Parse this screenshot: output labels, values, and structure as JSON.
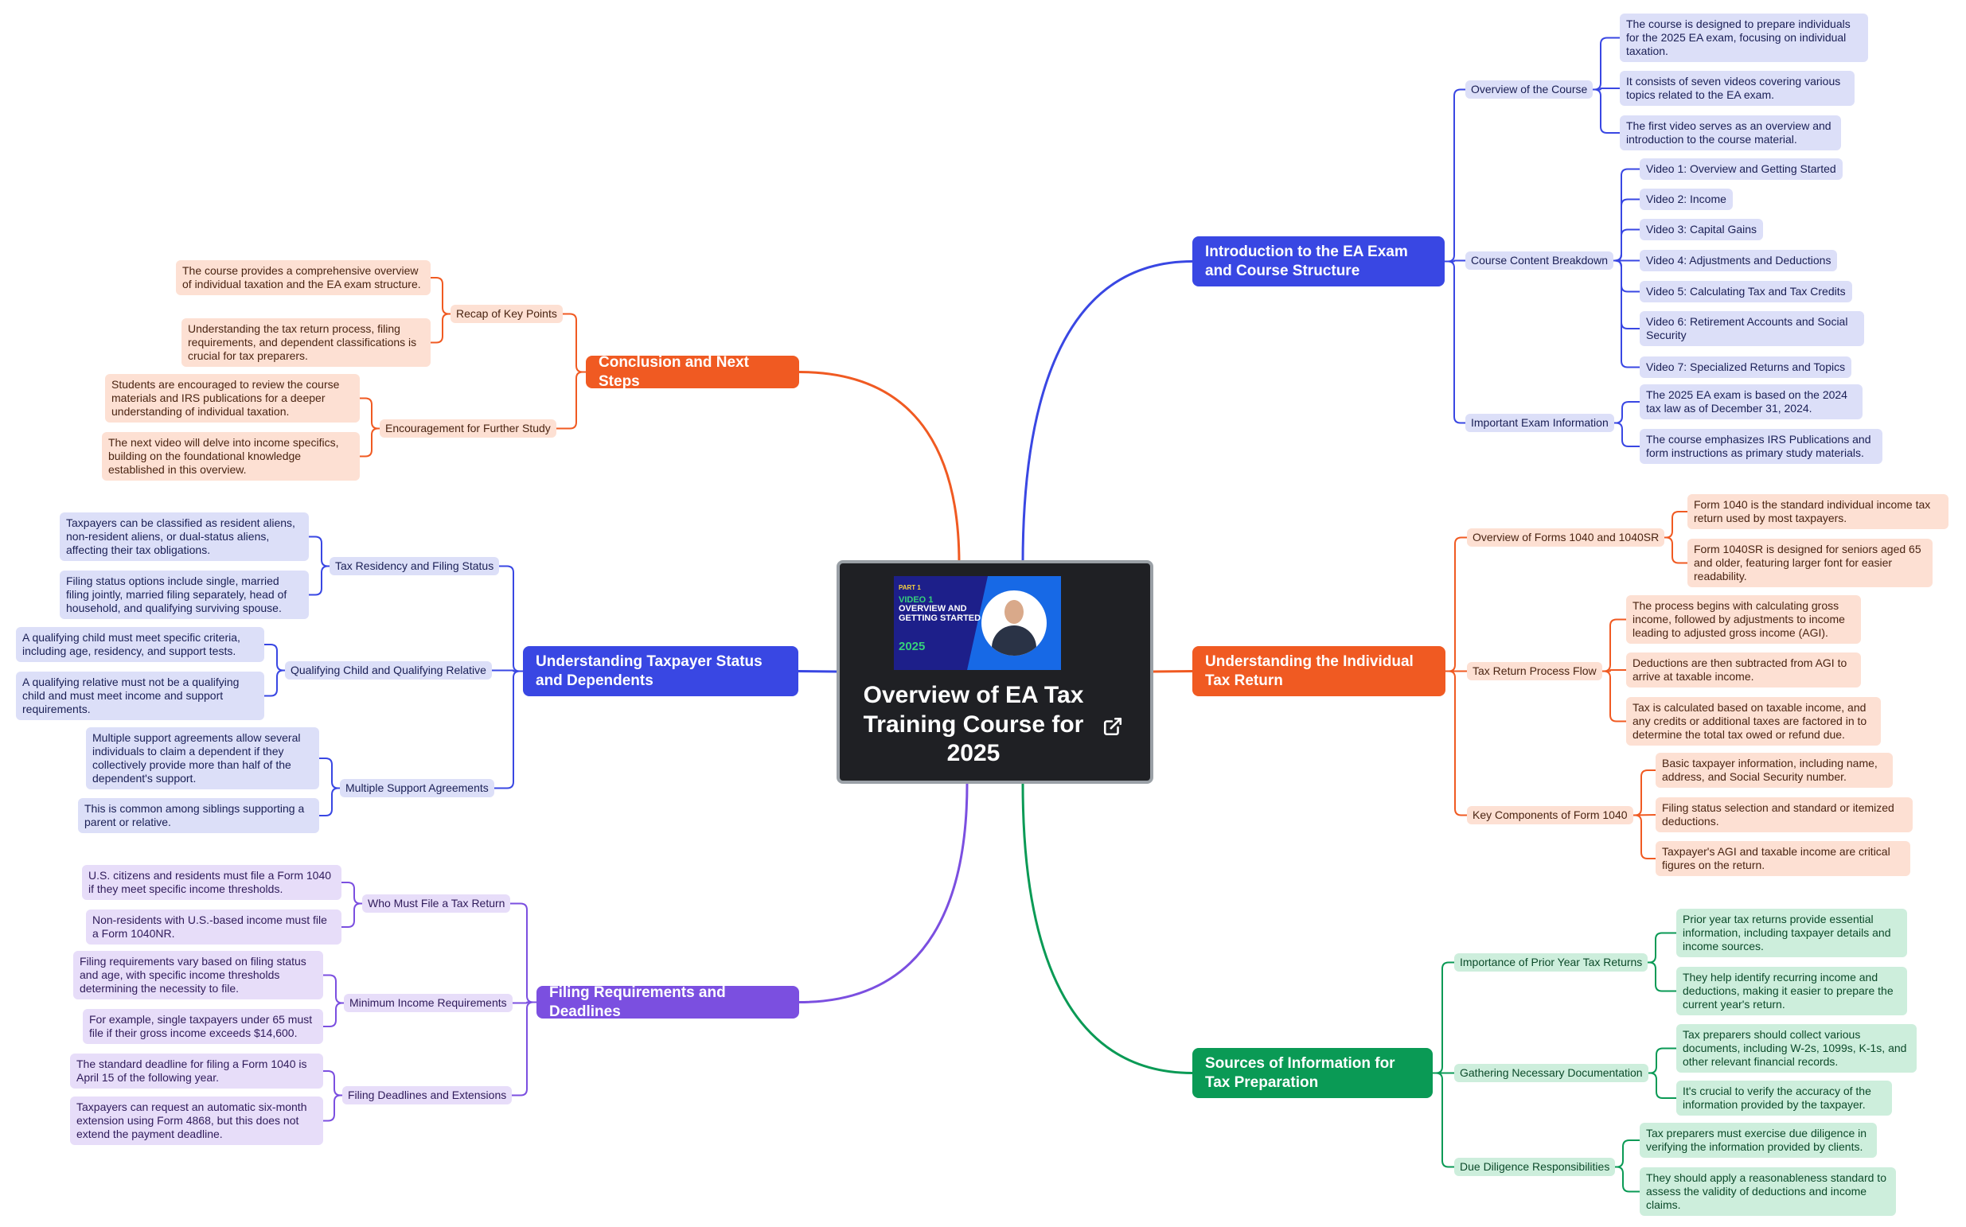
{
  "center": {
    "title": "Overview of EA Tax Training Course for 2025",
    "thumbnail": {
      "part": "PART 1",
      "video": "VIDEO 1",
      "heading": "OVERVIEW AND GETTING STARTED",
      "year": "2025"
    },
    "open_icon": "external-link-icon"
  },
  "colors": {
    "blue": "#3947e3",
    "orange": "#f05a22",
    "green": "#0a9a55",
    "purple": "#7b4fe0",
    "center_bg": "#1f2024"
  },
  "branches": [
    {
      "id": "intro",
      "color": "blue",
      "title": "Introduction to the EA Exam and Course Structure",
      "subs": [
        {
          "label": "Overview of the Course",
          "leaves": [
            "The course is designed to prepare individuals for the 2025 EA exam, focusing on individual taxation.",
            "It consists of seven videos covering various topics related to the EA exam.",
            "The first video serves as an overview and introduction to the course material."
          ]
        },
        {
          "label": "Course Content Breakdown",
          "leaves": [
            "Video 1: Overview and Getting Started",
            "Video 2: Income",
            "Video 3: Capital Gains",
            "Video 4: Adjustments and Deductions",
            "Video 5: Calculating Tax and Tax Credits",
            "Video 6: Retirement Accounts and Social Security",
            "Video 7: Specialized Returns and Topics"
          ]
        },
        {
          "label": "Important Exam Information",
          "leaves": [
            "The 2025 EA exam is based on the 2024 tax law as of December 31, 2024.",
            "The course emphasizes IRS Publications and form instructions as primary study materials."
          ]
        }
      ]
    },
    {
      "id": "indiv",
      "color": "orange",
      "title": "Understanding the Individual Tax Return",
      "subs": [
        {
          "label": "Overview of Forms 1040 and 1040SR",
          "leaves": [
            "Form 1040 is the standard individual income tax return used by most taxpayers.",
            "Form 1040SR is designed for seniors aged 65 and older, featuring larger font for easier readability."
          ]
        },
        {
          "label": "Tax Return Process Flow",
          "leaves": [
            "The process begins with calculating gross income, followed by adjustments to income leading to adjusted gross income (AGI).",
            "Deductions are then subtracted from AGI to arrive at taxable income.",
            "Tax is calculated based on taxable income, and any credits or additional taxes are factored in to determine the total tax owed or refund due."
          ]
        },
        {
          "label": "Key Components of Form 1040",
          "leaves": [
            "Basic taxpayer information, including name, address, and Social Security number.",
            "Filing status selection and standard or itemized deductions.",
            "Taxpayer's AGI and taxable income are critical figures on the return."
          ]
        }
      ]
    },
    {
      "id": "sources",
      "color": "green",
      "title": "Sources of Information for Tax Preparation",
      "subs": [
        {
          "label": "Importance of Prior Year Tax Returns",
          "leaves": [
            "Prior year tax returns provide essential information, including taxpayer details and income sources.",
            "They help identify recurring income and deductions, making it easier to prepare the current year's return."
          ]
        },
        {
          "label": "Gathering Necessary Documentation",
          "leaves": [
            "Tax preparers should collect various documents, including W-2s, 1099s, K-1s, and other relevant financial records.",
            "It's crucial to verify the accuracy of the information provided by the taxpayer."
          ]
        },
        {
          "label": "Due Diligence Responsibilities",
          "leaves": [
            "Tax preparers must exercise due diligence in verifying the information provided by clients.",
            "They should apply a reasonableness standard to assess the validity of deductions and income claims."
          ]
        }
      ]
    },
    {
      "id": "conclusion",
      "color": "orange",
      "title": "Conclusion and Next Steps",
      "subs": [
        {
          "label": "Recap of Key Points",
          "leaves": [
            "The course provides a comprehensive overview of individual taxation and the EA exam structure.",
            "Understanding the tax return process, filing requirements, and dependent classifications is crucial for tax preparers."
          ]
        },
        {
          "label": "Encouragement for Further Study",
          "leaves": [
            "Students are encouraged to review the course materials and IRS publications for a deeper understanding of individual taxation.",
            "The next video will delve into income specifics, building on the foundational knowledge established in this overview."
          ]
        }
      ]
    },
    {
      "id": "status",
      "color": "blue",
      "title": "Understanding Taxpayer Status and Dependents",
      "subs": [
        {
          "label": "Tax Residency and Filing Status",
          "leaves": [
            "Taxpayers can be classified as resident aliens, non-resident aliens, or dual-status aliens, affecting their tax obligations.",
            "Filing status options include single, married filing jointly, married filing separately, head of household, and qualifying surviving spouse."
          ]
        },
        {
          "label": "Qualifying Child and Qualifying Relative",
          "leaves": [
            "A qualifying child must meet specific criteria, including age, residency, and support tests.",
            "A qualifying relative must not be a qualifying child and must meet income and support requirements."
          ]
        },
        {
          "label": "Multiple Support Agreements",
          "leaves": [
            "Multiple support agreements allow several individuals to claim a dependent if they collectively provide more than half of the dependent's support.",
            "This is common among siblings supporting a parent or relative."
          ]
        }
      ]
    },
    {
      "id": "filing",
      "color": "purple",
      "title": "Filing Requirements and Deadlines",
      "subs": [
        {
          "label": "Who Must File a Tax Return",
          "leaves": [
            "U.S. citizens and residents must file a Form 1040 if they meet specific income thresholds.",
            "Non-residents with U.S.-based income must file a Form 1040NR."
          ]
        },
        {
          "label": "Minimum Income Requirements",
          "leaves": [
            "Filing requirements vary based on filing status and age, with specific income thresholds determining the necessity to file.",
            "For example, single taxpayers under 65 must file if their gross income exceeds $14,600."
          ]
        },
        {
          "label": "Filing Deadlines and Extensions",
          "leaves": [
            "The standard deadline for filing a Form 1040 is April 15 of the following year.",
            "Taxpayers can request an automatic six-month extension using Form 4868, but this does not extend the payment deadline."
          ]
        }
      ]
    }
  ]
}
